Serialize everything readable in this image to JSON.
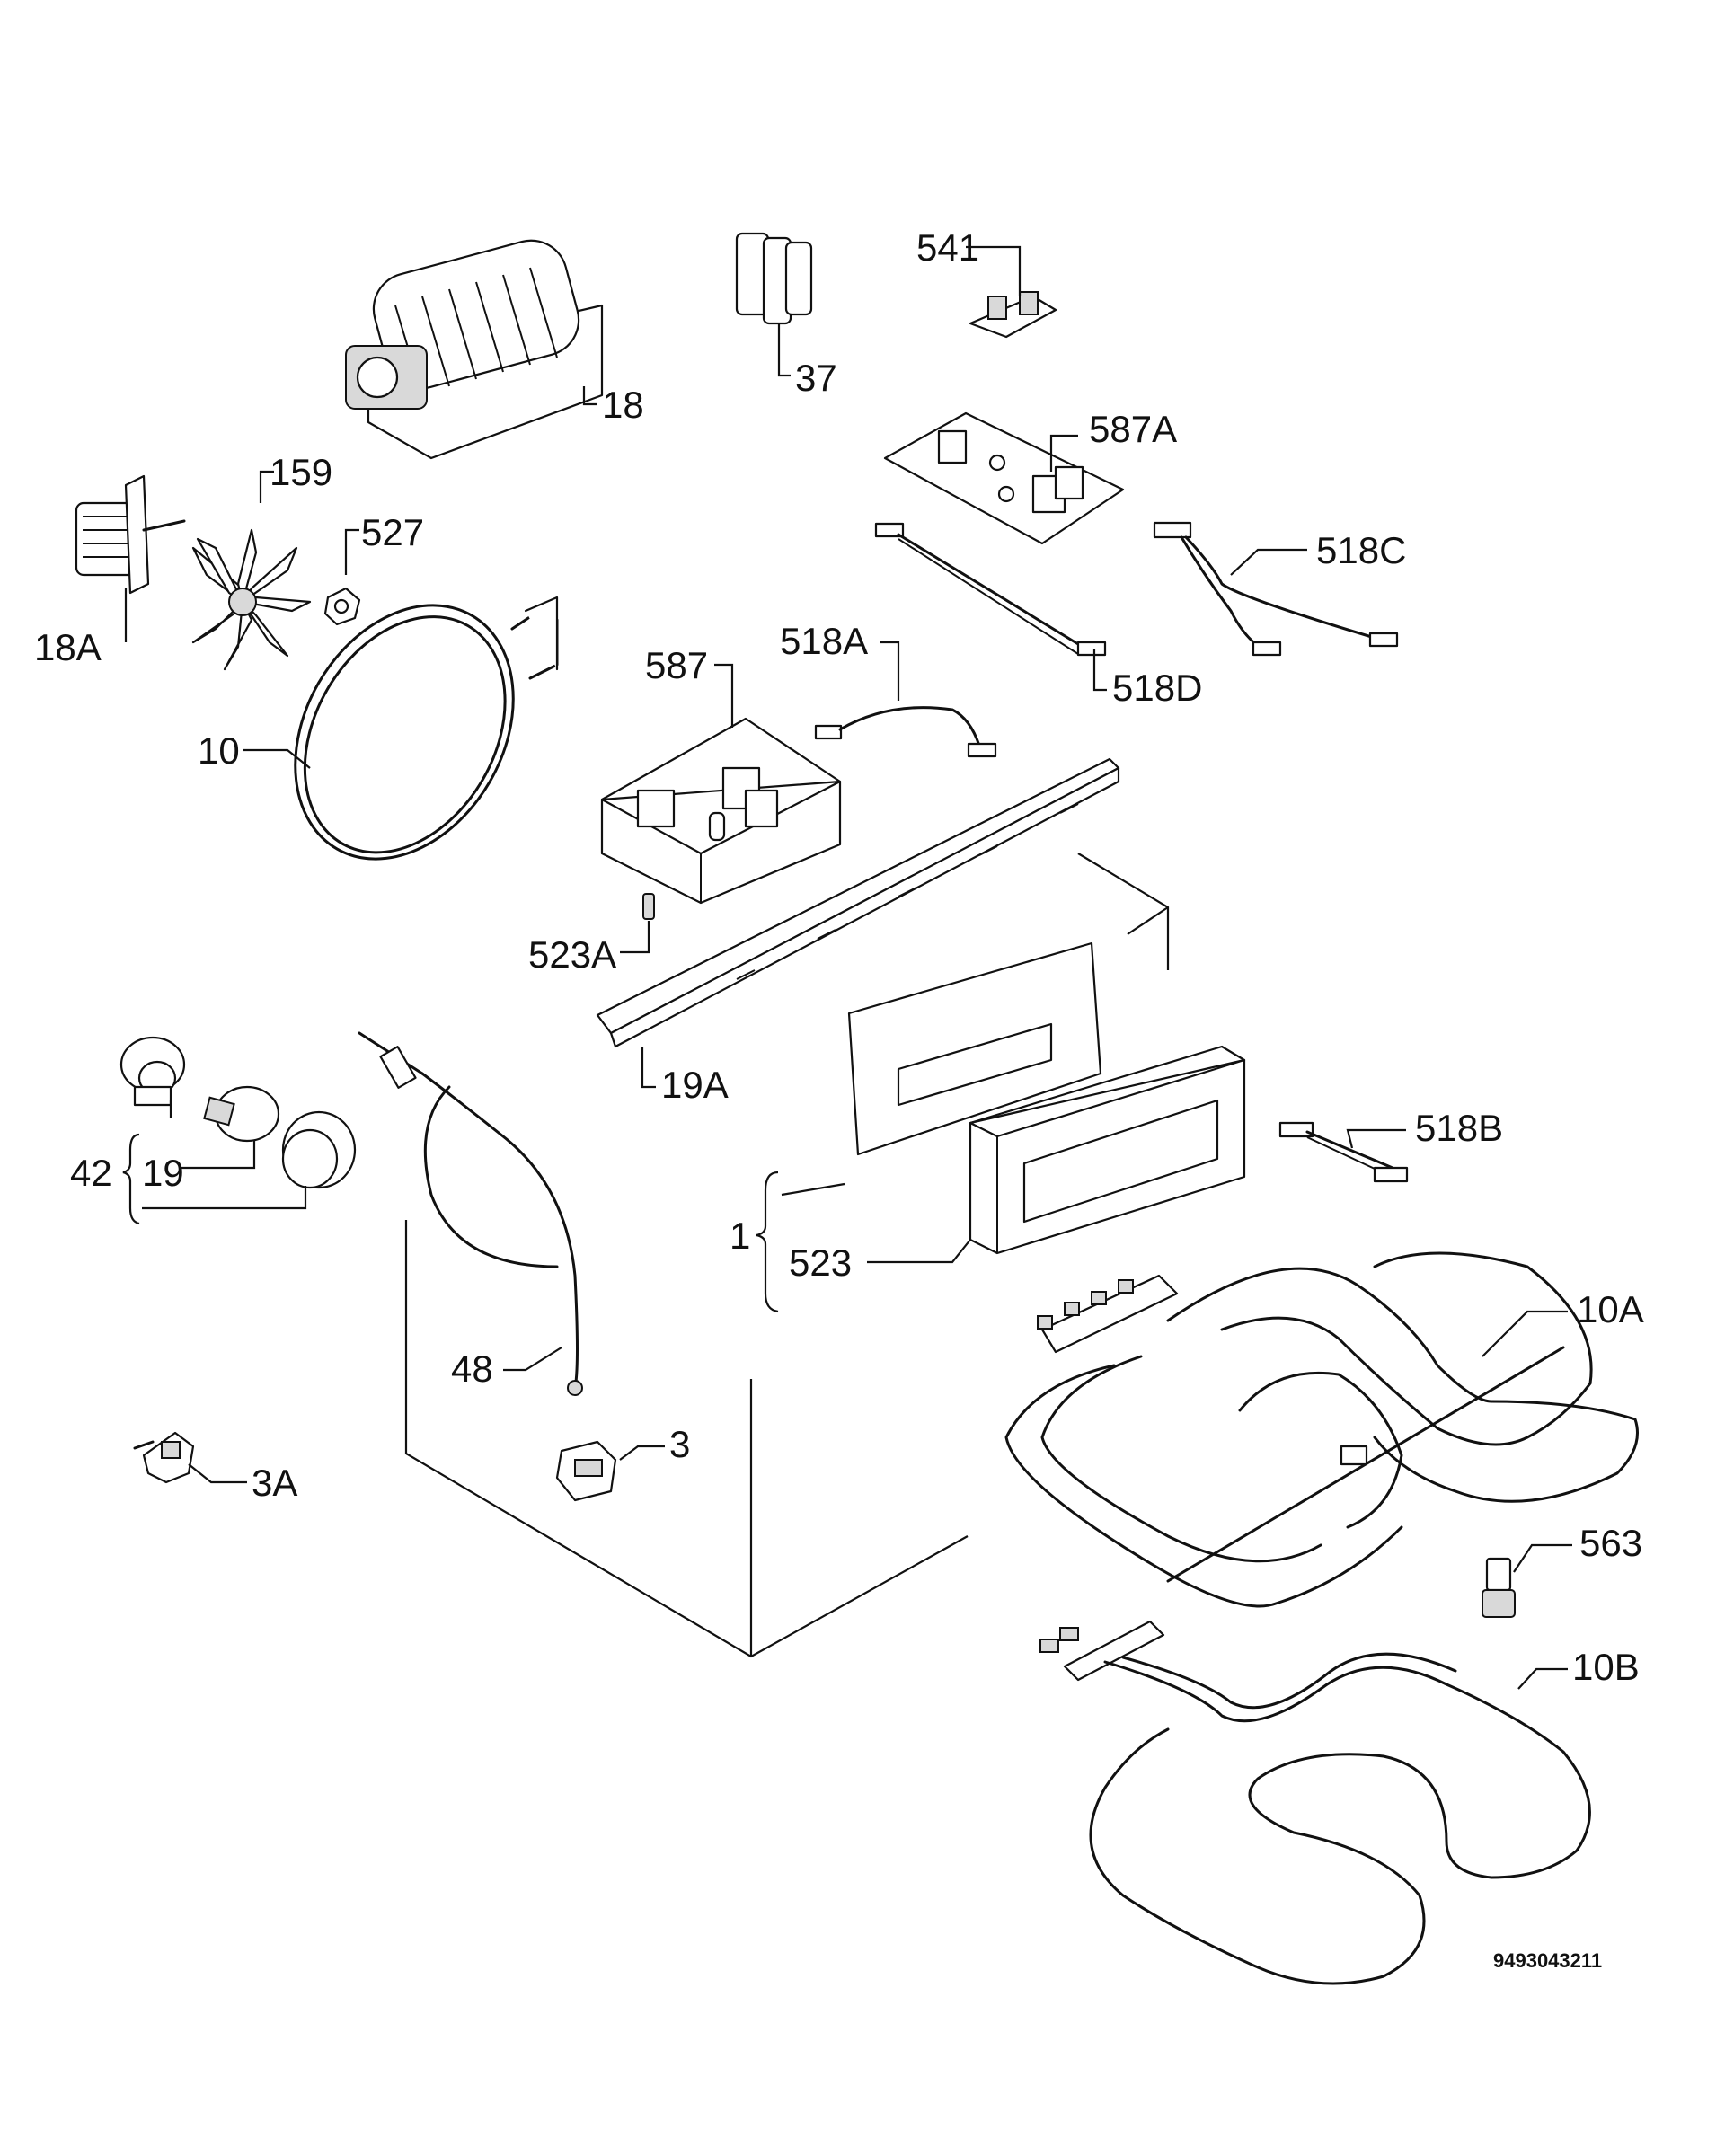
{
  "diagram": {
    "labels": {
      "l18": "18",
      "l159": "159",
      "l527": "527",
      "l18A": "18A",
      "l10": "10",
      "l37": "37",
      "l541": "541",
      "l587A": "587A",
      "l518C": "518C",
      "l518D": "518D",
      "l518A": "518A",
      "l587": "587",
      "l523A": "523A",
      "l19A": "19A",
      "l42": "42",
      "l19": "19",
      "l1": "1",
      "l523": "523",
      "l518B": "518B",
      "l10A": "10A",
      "l48": "48",
      "l3": "3",
      "l3A": "3A",
      "l563": "563",
      "l10B": "10B"
    },
    "drawing_code": "9493043211"
  }
}
